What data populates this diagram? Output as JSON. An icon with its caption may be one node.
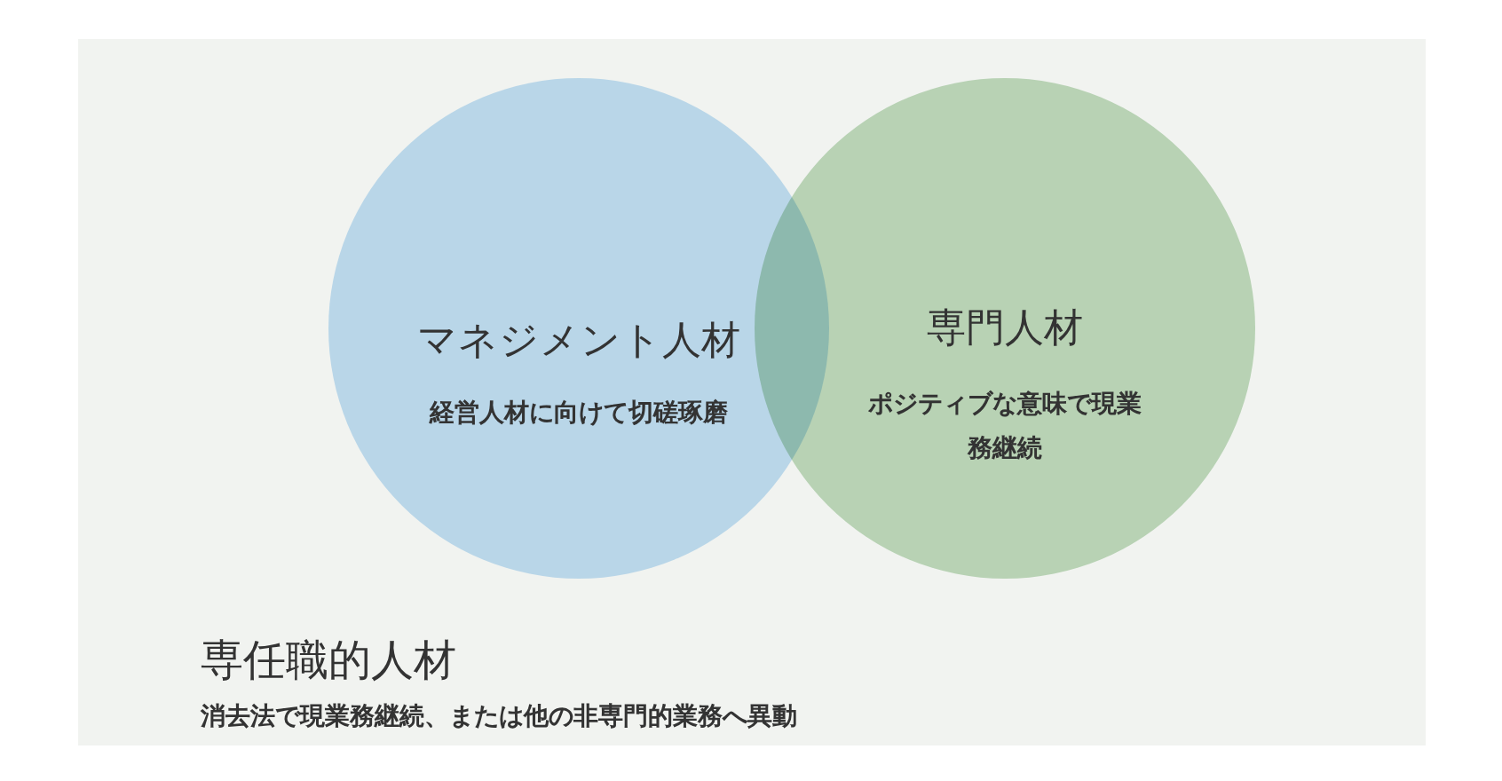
{
  "diagram": {
    "nodes": [
      {
        "text": [
          "専任職的人材",
          "消去法で現業務継続、または他の非専門的業務へ異動"
        ]
      },
      {
        "text": [
          "マネジメント人材",
          "経営人材に向けて切磋琢磨"
        ],
        "in": 0
      },
      {
        "text": [
          "専門人材",
          "ポジティブな意味で現業務継続"
        ],
        "in": 0
      }
    ]
  }
}
